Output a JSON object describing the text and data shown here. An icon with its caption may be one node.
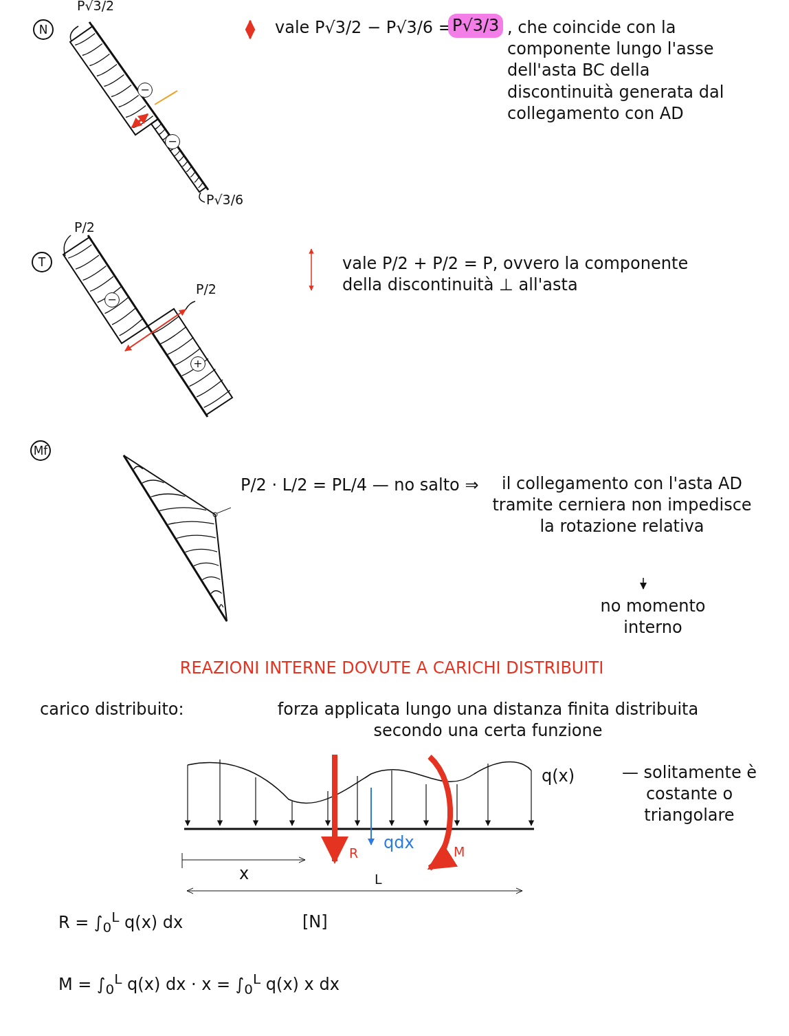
{
  "diagram": {
    "labels": [
      "N",
      "P√3/2",
      "−",
      "vale P√3/2 − P√3/6 =",
      "P√3/3",
      ", che coincide con la componente lungo l'asse dell'asta BC della discontinuità generata dal collegamento con AD",
      "−",
      "P√3/6",
      "P/2",
      "T",
      "−",
      "P/2",
      "+",
      "vale P/2 + P/2 = P, ovvero la componente della discontinuità ⊥ all'asta",
      "Mf",
      "P/2 · L/2 = PL/4 — no salto ⇒",
      "il collegamento con l'asta AD tramite cerniera non impedisce la rotazione relativa",
      "no momento interno",
      "REAZIONI INTERNE DOVUTE A CARICHI DISTRIBUITI",
      "carico distribuito:",
      "forza applicata lungo una distanza finita distribuita secondo una certa funzione",
      "q(x)",
      "— solitamente è costante o triangolare",
      "R",
      "qdx",
      "M",
      "x",
      "L",
      "R = ∫$_{0}$$^{L}$ q(x) dx",
      "[N]",
      "M = ∫$_{0}$$^{L}$ q(x) dx · x = ∫$_{0}$$^{L}$ q(x) x dx"
    ]
  }
}
